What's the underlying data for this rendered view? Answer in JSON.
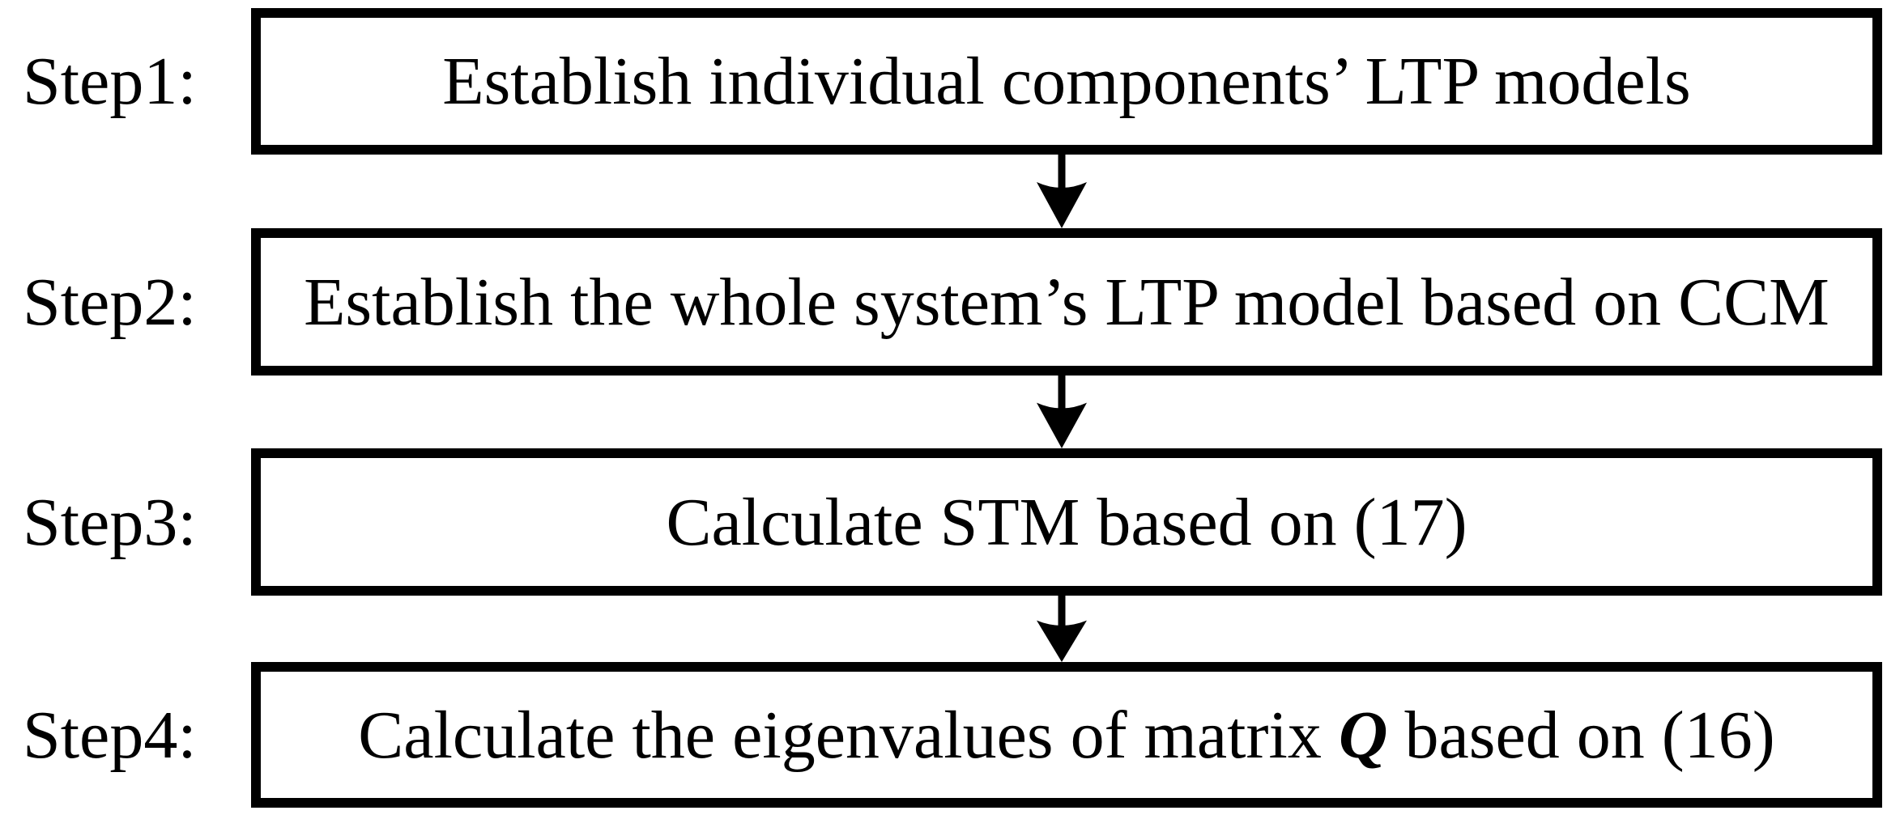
{
  "diagram": {
    "title": "LTP stability analysis procedure flowchart",
    "colors": {
      "ink": "#000000",
      "background": "#ffffff"
    },
    "steps": [
      {
        "label": "Step1:",
        "parts": [
          {
            "text": "Establish individual components’ LTP models"
          }
        ]
      },
      {
        "label": "Step2:",
        "parts": [
          {
            "text": "Establish the whole system’s LTP model based on CCM"
          }
        ]
      },
      {
        "label": "Step3:",
        "parts": [
          {
            "text": "Calculate STM based on (17)"
          }
        ]
      },
      {
        "label": "Step4:",
        "parts": [
          {
            "text": "Calculate the eigenvalues of matrix "
          },
          {
            "text": "Q",
            "emphasis": true
          },
          {
            "text": " based on (16)"
          }
        ]
      }
    ]
  }
}
